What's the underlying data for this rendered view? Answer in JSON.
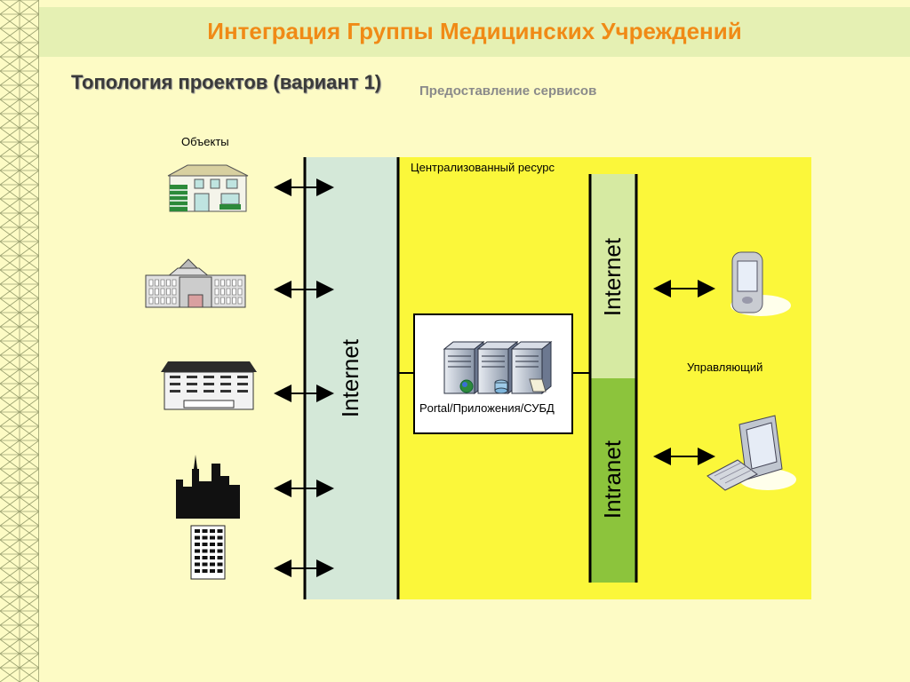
{
  "header": {
    "title": "Интеграция Группы Медицинских Учреждений",
    "subtitle": "Топология проектов (вариант 1)",
    "subtitle_note": "Предоставление сервисов"
  },
  "diagram": {
    "objects_label": "Объекты",
    "central_label": "Централизованный ресурс",
    "internet_left": "Internet",
    "internet_right": "Internet",
    "intranet": "Intranet",
    "server_label": "Portal/Приложения/СУБД",
    "manager_label": "Управляющий",
    "objects": [
      {
        "icon": "house-icon"
      },
      {
        "icon": "hospital-building-icon"
      },
      {
        "icon": "office-building-icon"
      },
      {
        "icon": "city-skyline-icon"
      },
      {
        "icon": "tower-building-icon"
      }
    ],
    "manager_devices": [
      {
        "icon": "pda-icon"
      },
      {
        "icon": "desktop-computer-icon"
      }
    ]
  },
  "colors": {
    "background": "#fdfbc5",
    "title": "#f08a16",
    "title_band": "#e5f0b3",
    "central_zone": "#fbf73a",
    "internet_left": "#d4e8d8",
    "internet_right": "#d6eaa2",
    "intranet": "#8cc43c"
  }
}
